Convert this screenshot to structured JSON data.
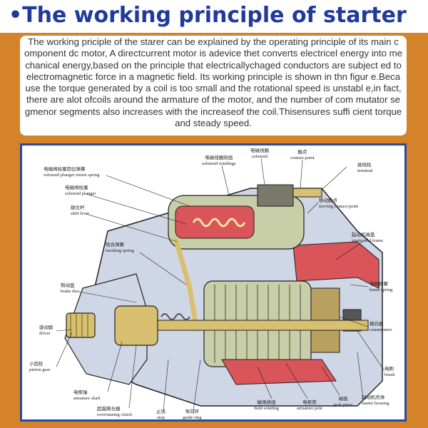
{
  "header": {
    "title": "•The working principle of starter"
  },
  "description": "The working priciple of the starer can be explained by the operating principle of its main c omponent dc motor, A directcurrent motor is adevice thet converts electricel energy into mechanical energy,based on the principle that electricallychaged conductors are subject ed to electromagnetic force in a magnetic field. Its working principle is shown in thn figur e.Because the torque generated by a coil is too small and the rotational speed is unstabl e,in fact, there are alot ofcoils around the armature of the motor, and the number of com mutator segmenor segments also increases with the increaseof the coil.Thisensures suffi cient torque and steady speed.",
  "diagram": {
    "labels": [
      {
        "key": "plunger_return_spring",
        "zh": "电磁阀柱塞回位弹簧",
        "en": "solenoid plunger return spring"
      },
      {
        "key": "solenoid_plunger",
        "zh": "电磁阀柱塞",
        "en": "solenoid plunger"
      },
      {
        "key": "shift_lever",
        "zh": "拨位杆",
        "en": "shift lever"
      },
      {
        "key": "meshing_spring",
        "zh": "啮合弹簧",
        "en": "meshing spring"
      },
      {
        "key": "brake_disc",
        "zh": "制动盘",
        "en": "brake disc"
      },
      {
        "key": "driver",
        "zh": "驱动毂",
        "en": "driver"
      },
      {
        "key": "pinion_gear",
        "zh": "小齿轮",
        "en": "pinion gear"
      },
      {
        "key": "armature_shaft",
        "zh": "电枢轴",
        "en": "armature shaft"
      },
      {
        "key": "overrunning_clutch",
        "zh": "超越离合器",
        "en": "overrunning clutch"
      },
      {
        "key": "stop",
        "zh": "止块",
        "en": "stop"
      },
      {
        "key": "guide_ring",
        "zh": "导向环",
        "en": "guide ring"
      },
      {
        "key": "field_winding",
        "zh": "磁场绕组",
        "en": "field winding"
      },
      {
        "key": "armature_pole",
        "zh": "电枢铁",
        "en": "armature pole"
      },
      {
        "key": "pole_piece",
        "zh": "磁极",
        "en": "pole piece"
      },
      {
        "key": "starter_housing",
        "zh": "起动机壳体",
        "en": "starter housing"
      },
      {
        "key": "brush",
        "zh": "电刷",
        "en": "brush"
      },
      {
        "key": "commutator",
        "zh": "换向器",
        "en": "commutator"
      },
      {
        "key": "brush_spring",
        "zh": "电刷弹簧",
        "en": "brush spring"
      },
      {
        "key": "starter_end_frame",
        "zh": "起动机端盖",
        "en": "starter end frame"
      },
      {
        "key": "moving_contact_point",
        "zh": "移动触点",
        "en": "moving contact point"
      },
      {
        "key": "terminal",
        "zh": "接线柱",
        "en": "terminal"
      },
      {
        "key": "contact_point",
        "zh": "触点",
        "en": "contact point"
      },
      {
        "key": "solenoid",
        "zh": "电磁线圈",
        "en": "solenoid"
      },
      {
        "key": "solenoid_windings",
        "zh": "电磁线圈绕组",
        "en": "solenoid windings"
      }
    ]
  },
  "colors": {
    "background": "#d4832a",
    "title": "#1f3a9a",
    "frame": "#2a4aa0",
    "red_part": "#d9555a",
    "shaft": "#d8c070",
    "winding": "#c8cfa8",
    "housing": "#cfd6e6"
  }
}
